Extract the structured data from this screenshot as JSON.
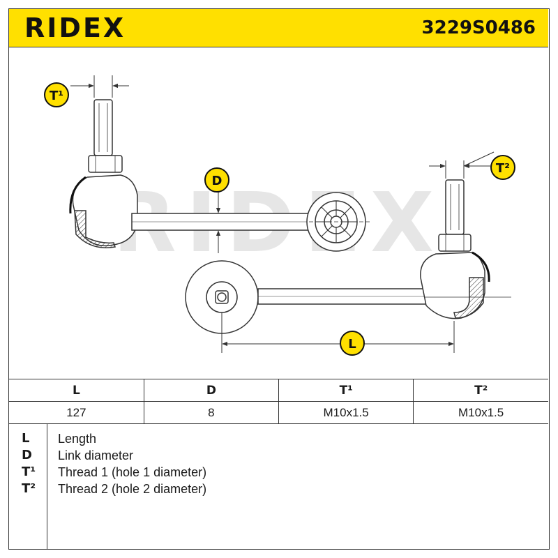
{
  "header": {
    "brand": "RIDEX",
    "part_number": "3229S0486"
  },
  "watermark": "RIDEX",
  "badges": {
    "t1": "T¹",
    "t2": "T²",
    "d": "D",
    "l": "L"
  },
  "colors": {
    "accent_yellow": "#ffe000",
    "line": "#333333",
    "watermark": "#e6e6e6"
  },
  "spec_table": {
    "headers": [
      "L",
      "D",
      "T¹",
      "T²"
    ],
    "values": [
      "127",
      "8",
      "M10x1.5",
      "M10x1.5"
    ]
  },
  "legend": [
    {
      "code": "L",
      "label": "Length"
    },
    {
      "code": "D",
      "label": "Link diameter"
    },
    {
      "code": "T¹",
      "label": "Thread 1 (hole 1 diameter)"
    },
    {
      "code": "T²",
      "label": "Thread 2 (hole 2 diameter)"
    }
  ]
}
